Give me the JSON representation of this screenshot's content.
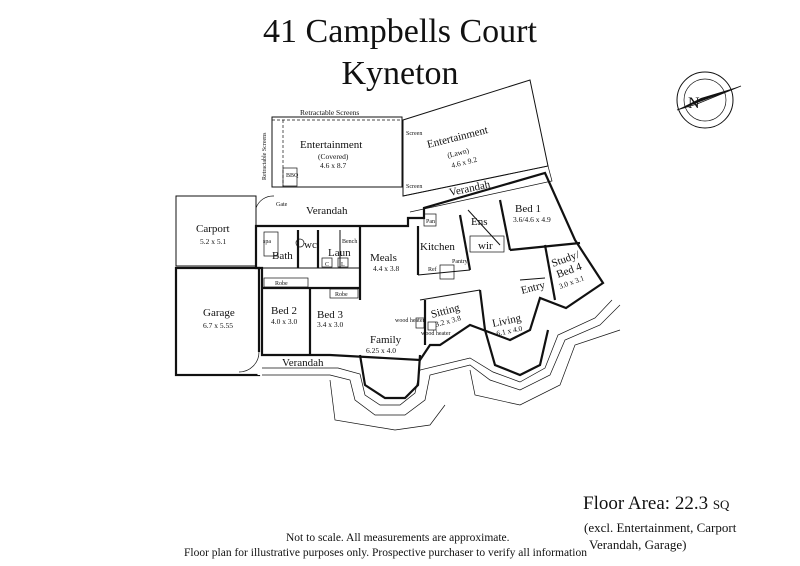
{
  "title_line1": "41 Campbells Court",
  "title_line2": "Kyneton",
  "rooms": {
    "ent_covered": {
      "name": "Entertainment",
      "sub": "(Covered)",
      "size": "4.6 x 8.7"
    },
    "ent_lawn": {
      "name": "Entertainment",
      "sub": "(Lawn)",
      "size": "4.6 x 9.2"
    },
    "carport": {
      "name": "Carport",
      "size": "5.2 x 5.1"
    },
    "garage": {
      "name": "Garage",
      "size": "6.7 x 5.55"
    },
    "bath": {
      "name": "Bath"
    },
    "wc": {
      "name": "wc"
    },
    "laun": {
      "name": "Laun"
    },
    "meals": {
      "name": "Meals",
      "size": "4.4 x 3.8"
    },
    "kitchen": {
      "name": "Kitchen"
    },
    "ens": {
      "name": "Ens"
    },
    "wir": {
      "name": "wir"
    },
    "bed1": {
      "name": "Bed 1",
      "size": "3.6/4.6 x 4.9"
    },
    "study": {
      "name_a": "Study/",
      "name_b": "Bed 4",
      "size": "3.0 x 3.1"
    },
    "entry": {
      "name": "Entry"
    },
    "bed2": {
      "name": "Bed 2",
      "size": "4.0 x 3.0"
    },
    "bed3": {
      "name": "Bed 3",
      "size": "3.4 x 3.0"
    },
    "sitting": {
      "name": "Sitting",
      "size": "3.2 x 3.8"
    },
    "living": {
      "name": "Living",
      "size": "6.1 x 4.0"
    },
    "family": {
      "name": "Family",
      "size": "6.25 x 4.0"
    }
  },
  "labels": {
    "verandah": "Verandah",
    "retractable_screens": "Retractable Screens",
    "screen": "Screen",
    "bbq": "BBQ",
    "gate": "Gate",
    "spa": "spa",
    "bench": "Bench",
    "robe": "Robe",
    "wood_heater": "wood heater",
    "pan": "Pan",
    "ref": "Ref",
    "pantry": "Pantry",
    "c": "C",
    "l": "L"
  },
  "floor_area": {
    "label": "Floor Area:",
    "value": "22.3",
    "unit": "SQ"
  },
  "excl_line1": "(excl. Entertainment, Carport",
  "excl_line2": "Verandah, Garage)",
  "disclaimer1": "Not to scale. All measurements are approximate.",
  "disclaimer2": "Floor plan for illustrative purposes only. Prospective purchaser to verify all information",
  "compass_letter": "N"
}
